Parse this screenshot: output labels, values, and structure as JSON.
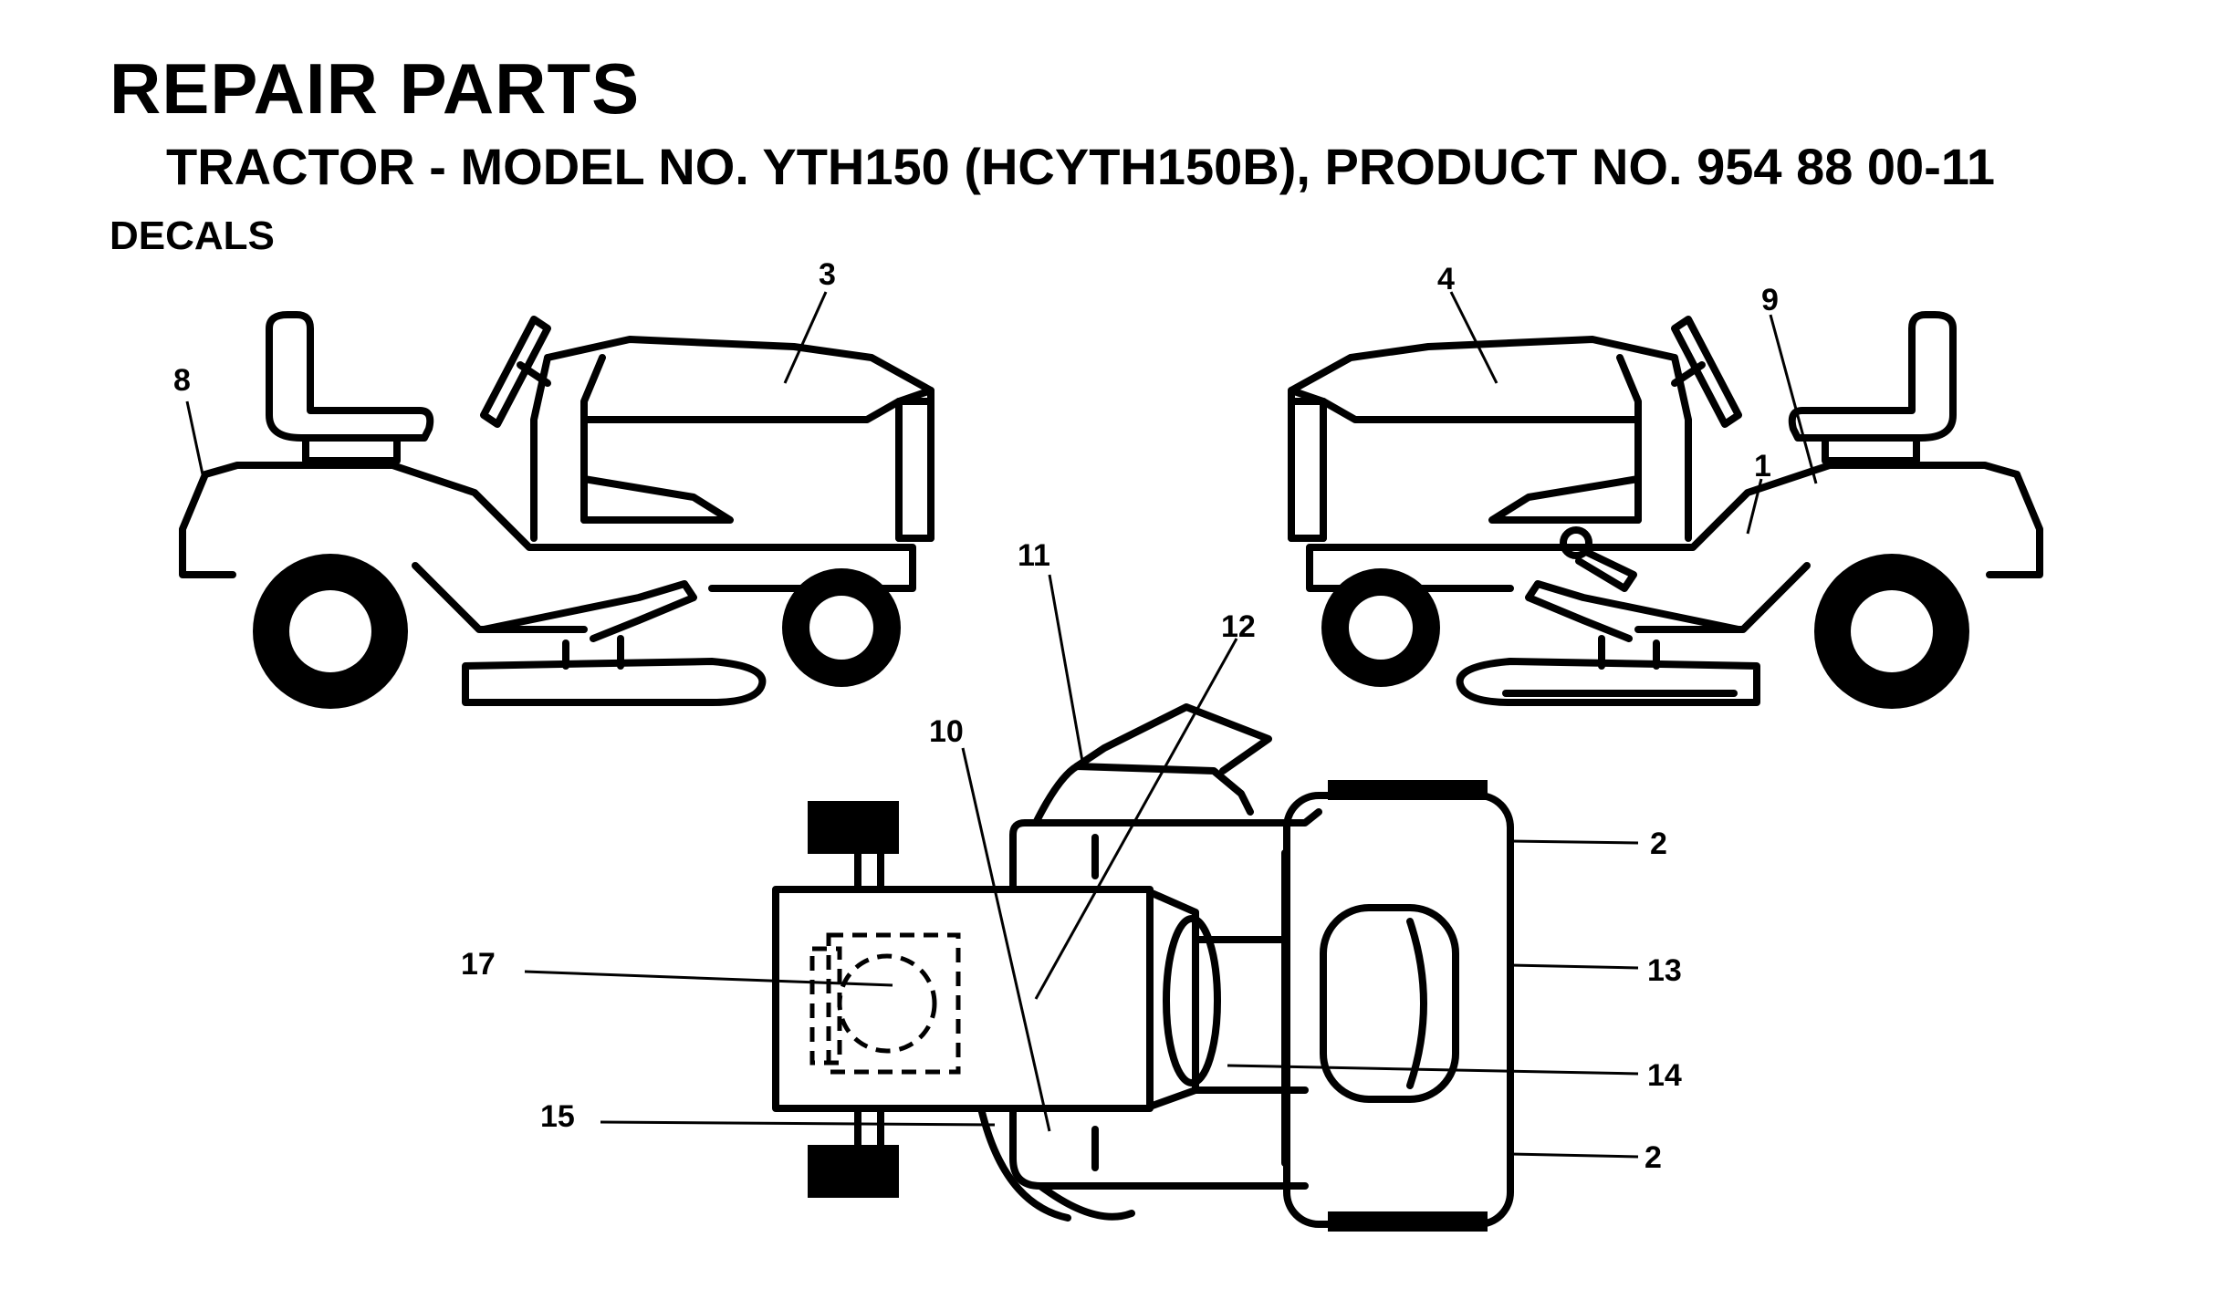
{
  "header": {
    "title": "REPAIR PARTS",
    "subtitle": "TRACTOR - MODEL NO. YTH150 (HCYTH150B), PRODUCT NO.  954 88 00-11",
    "section": "DECALS"
  },
  "callouts": {
    "c1": "1",
    "c2a": "2",
    "c2b": "2",
    "c3": "3",
    "c4": "4",
    "c8": "8",
    "c9": "9",
    "c10": "10",
    "c11": "11",
    "c12": "12",
    "c13": "13",
    "c14": "14",
    "c15": "15",
    "c17": "17"
  }
}
